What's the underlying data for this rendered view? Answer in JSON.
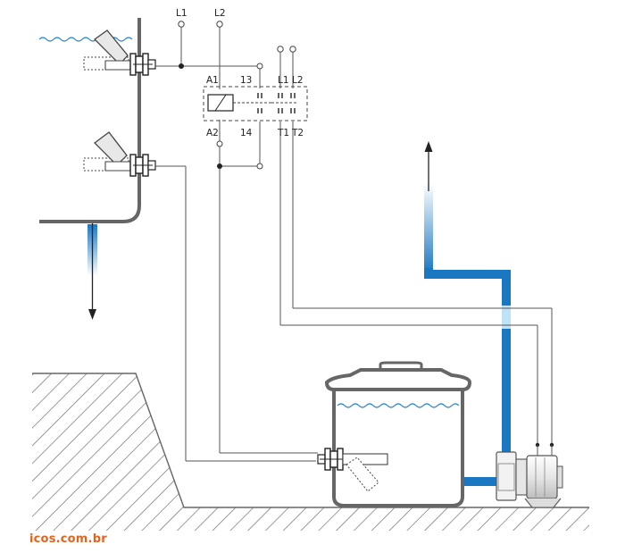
{
  "colors": {
    "water_blue": "#1a78c2",
    "water_light": "#bfe3f6",
    "tank_wall": "#666666",
    "wire": "#555555",
    "hatch": "#666666",
    "brand": "#e2641f"
  },
  "labels": {
    "supply_l1": "L1",
    "supply_l2": "L2",
    "coil_a1": "A1",
    "coil_a2": "A2",
    "aux_13": "13",
    "aux_14": "14",
    "main_l1": "L1",
    "main_l2": "L2",
    "main_t1": "T1",
    "main_t2": "T2"
  },
  "brand": {
    "text": "icos.com.br"
  },
  "icons": [
    "upper-float-switch-icon",
    "lower-float-switch-icon",
    "cistern-float-switch-icon",
    "contactor-icon",
    "pump-icon",
    "flow-arrow-up-icon",
    "flow-arrow-down-icon"
  ]
}
